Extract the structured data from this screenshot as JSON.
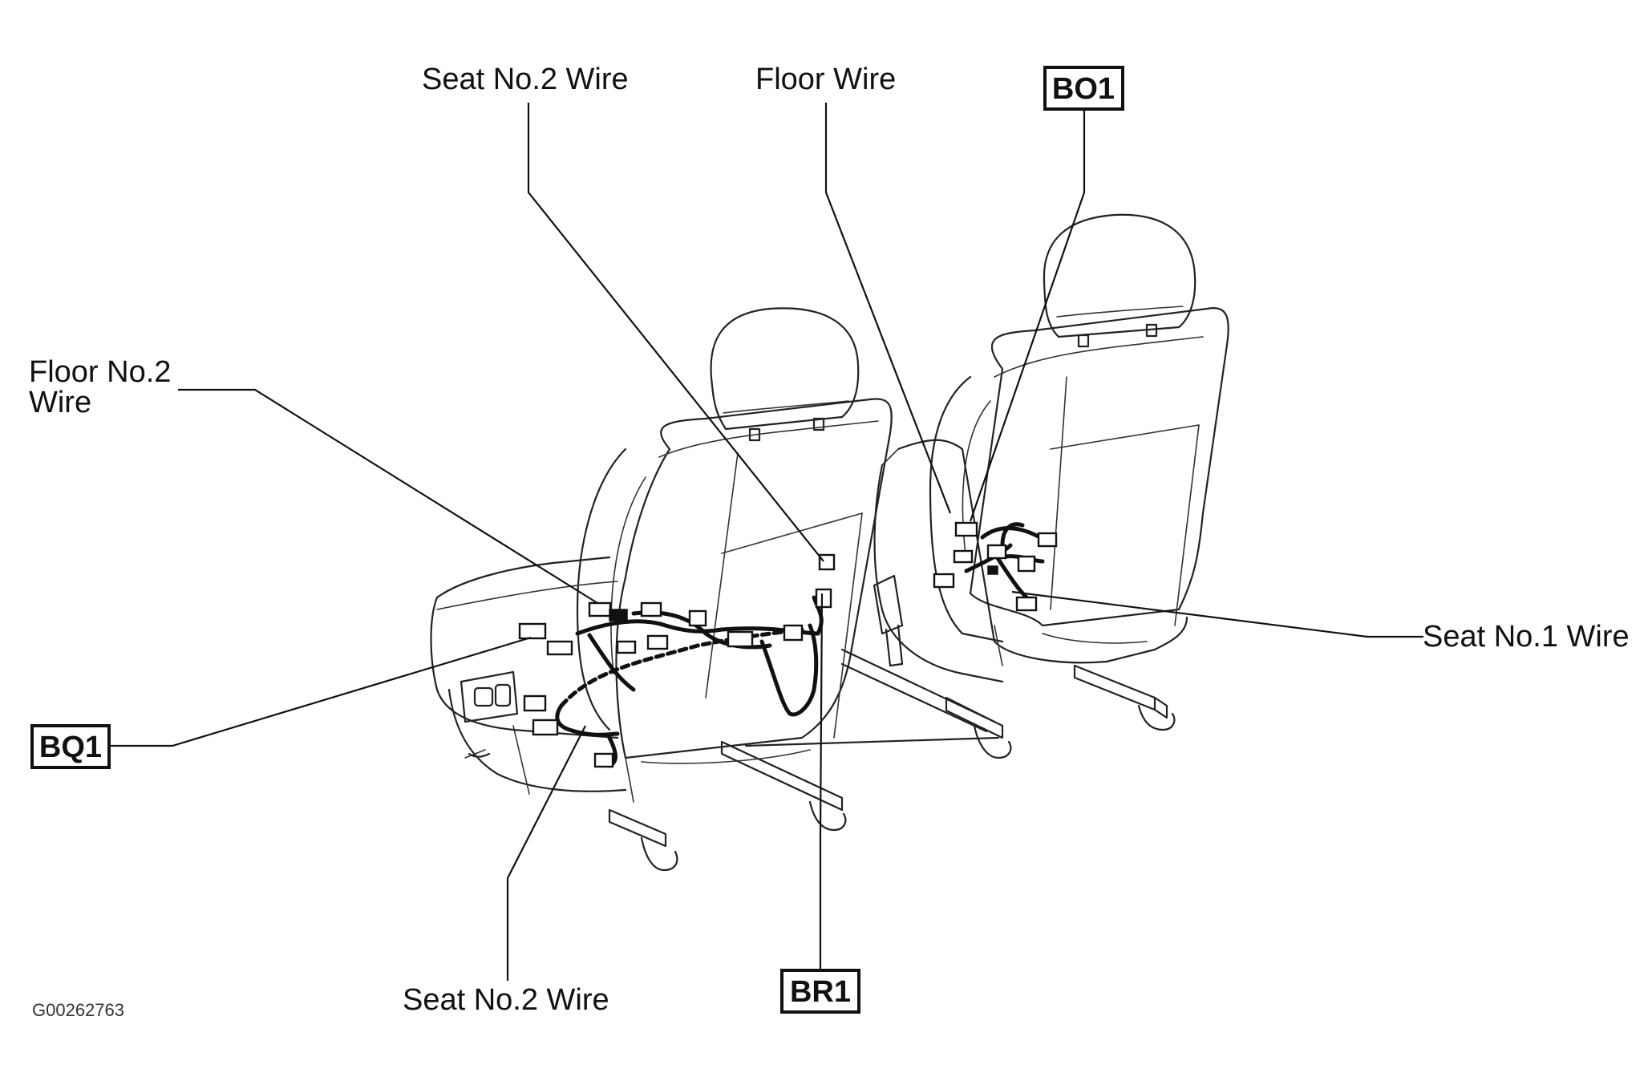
{
  "figure_code": "G00262763",
  "labels": {
    "seat_no2_wire_top": "Seat No.2 Wire",
    "floor_wire": "Floor Wire",
    "floor_no2_wire_line1": "Floor No.2",
    "floor_no2_wire_line2": "Wire",
    "seat_no1_wire": "Seat No.1 Wire",
    "seat_no2_wire_bottom": "Seat No.2 Wire"
  },
  "connectors": {
    "bo1": "BO1",
    "bq1": "BQ1",
    "br1": "BR1"
  }
}
